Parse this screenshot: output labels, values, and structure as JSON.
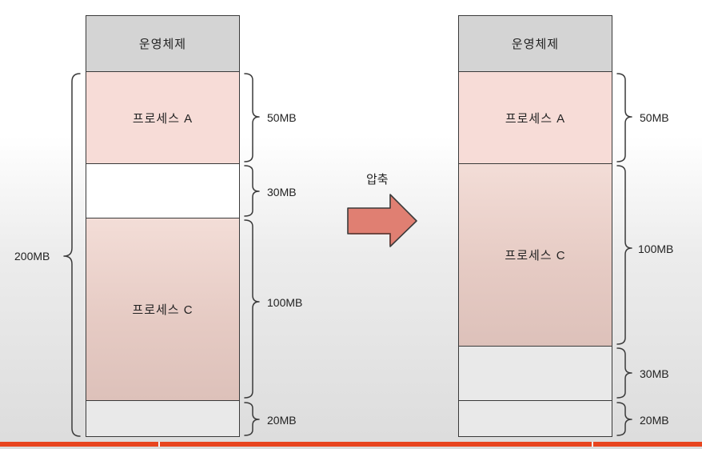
{
  "labels": {
    "os": "운영체제",
    "process_a": "프로세스 A",
    "process_c": "프로세스 C",
    "compress": "압축"
  },
  "sizes": {
    "total": "200MB",
    "a": "50MB",
    "free_mid": "30MB",
    "c": "100MB",
    "free_end": "20MB"
  },
  "colors": {
    "os": "#d4d4d4",
    "process_a": "#f7dcd7",
    "process_c": "#e6cbc4",
    "arrow": "#e07f72",
    "accent_bar": "#e8451f"
  }
}
